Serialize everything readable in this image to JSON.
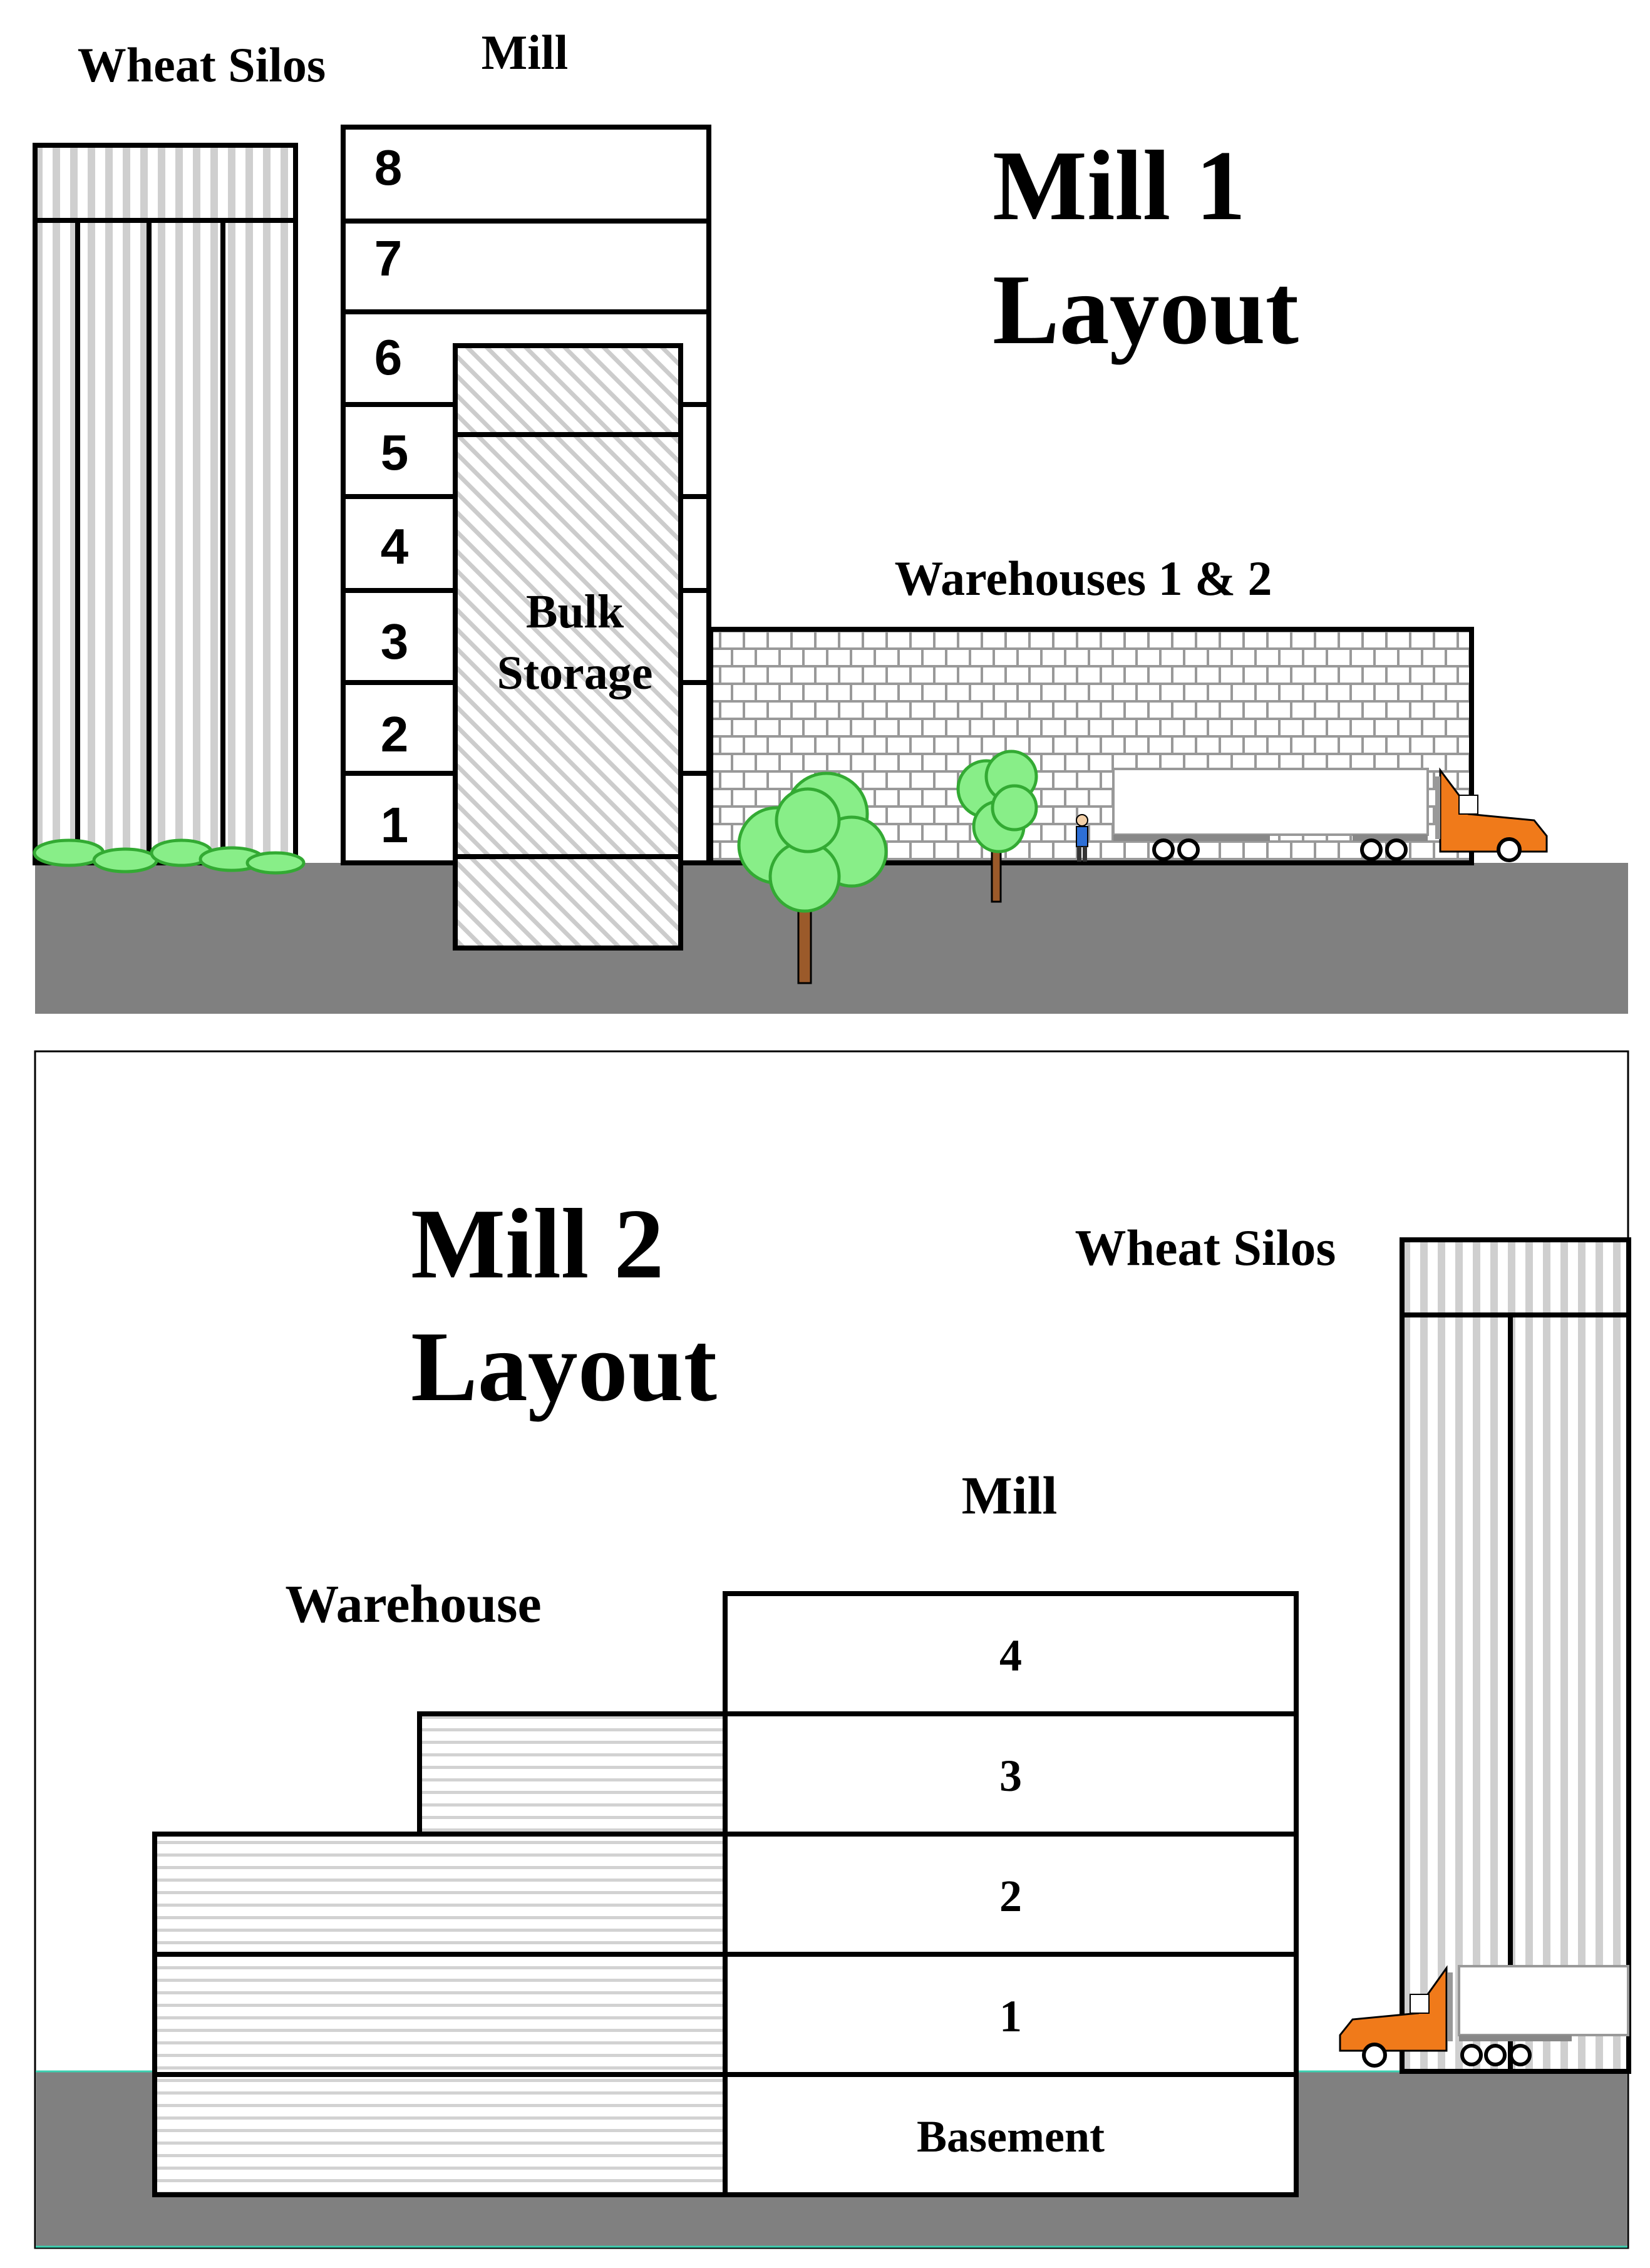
{
  "colors": {
    "ground": "#808080",
    "foliage": "#88ee88",
    "foliage_dark": "#33aa33",
    "trunk": "#9b5a2a",
    "truck_cab": "#f07a1a",
    "silo_stripe": "#c8c8c8",
    "brick_line": "#999999"
  },
  "mill1": {
    "title_line1": "Mill 1",
    "title_line2": "Layout",
    "silos_label": "Wheat Silos",
    "mill_label": "Mill",
    "floors": [
      "8",
      "7",
      "6",
      "5",
      "4",
      "3",
      "2",
      "1"
    ],
    "bulk_label_line1": "Bulk",
    "bulk_label_line2": "Storage",
    "warehouses_label": "Warehouses 1 & 2"
  },
  "mill2": {
    "title_line1": "Mill 2",
    "title_line2": "Layout",
    "silos_label": "Wheat Silos",
    "mill_label": "Mill",
    "warehouse_label": "Warehouse",
    "floors": [
      "4",
      "3",
      "2",
      "1",
      "Basement"
    ]
  }
}
